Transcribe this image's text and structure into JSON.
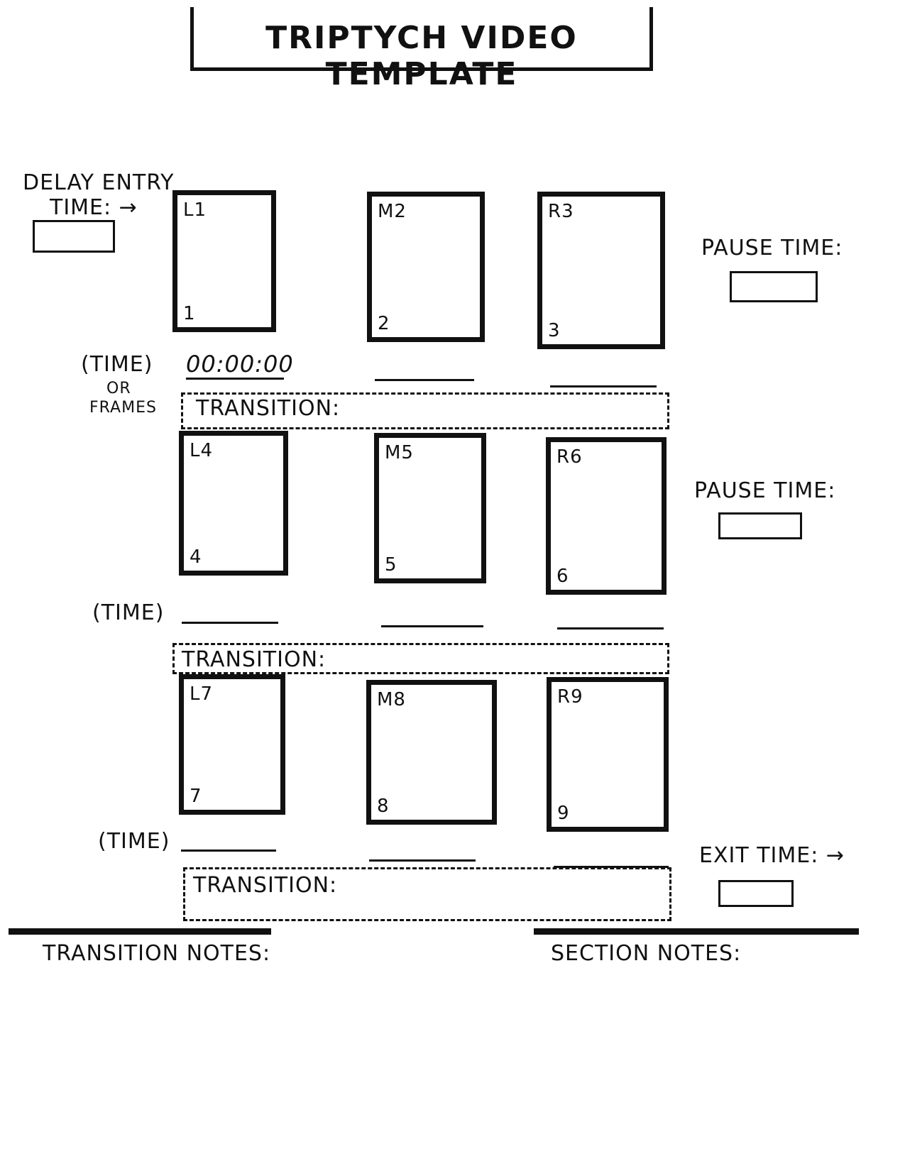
{
  "title": "TRIPTYCH VIDEO TEMPLATE",
  "delay_entry": {
    "line1": "DELAY ENTRY",
    "line2": "TIME:",
    "arrow": "→"
  },
  "time_label_1": "(TIME)",
  "or_label": "OR",
  "frames_label": "FRAMES",
  "time_label_2": "(TIME)",
  "time_label_3": "(TIME)",
  "first_time_value": "00:00:00",
  "transition_label": "TRANSITION:",
  "pause_time_label": "PAUSE TIME:",
  "exit_time": {
    "label": "EXIT TIME:",
    "arrow": "→"
  },
  "notes": {
    "transition": "TRANSITION NOTES:",
    "section": "SECTION NOTES:"
  },
  "frames": [
    {
      "code": "L1",
      "number": "1"
    },
    {
      "code": "M2",
      "number": "2"
    },
    {
      "code": "R3",
      "number": "3"
    },
    {
      "code": "L4",
      "number": "4"
    },
    {
      "code": "M5",
      "number": "5"
    },
    {
      "code": "R6",
      "number": "6"
    },
    {
      "code": "L7",
      "number": "7"
    },
    {
      "code": "M8",
      "number": "8"
    },
    {
      "code": "R9",
      "number": "9"
    }
  ]
}
